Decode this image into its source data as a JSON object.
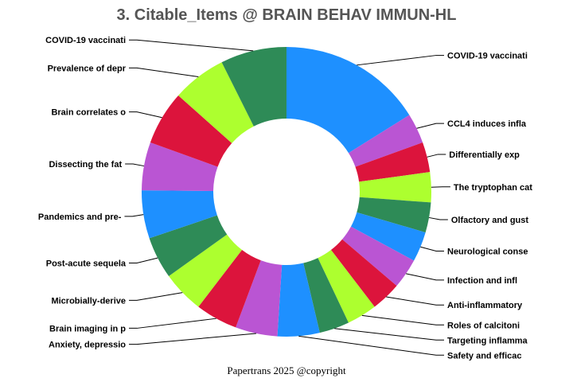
{
  "chart_data": {
    "type": "pie",
    "donut": true,
    "title": "3. Citable_Items @ BRAIN BEHAV IMMUN-HL",
    "footer": "Papertrans 2025 @copyright",
    "slices": [
      {
        "label": "COVID-19 vaccinati",
        "value": 24,
        "color": "#1E90FF"
      },
      {
        "label": "CCL4 induces infla",
        "value": 5,
        "color": "#BA55D3"
      },
      {
        "label": "Differentially exp",
        "value": 5,
        "color": "#DC143C"
      },
      {
        "label": "The tryptophan cat",
        "value": 5,
        "color": "#ADFF2F"
      },
      {
        "label": "Olfactory and gust",
        "value": 5,
        "color": "#2E8B57"
      },
      {
        "label": "Neurological conse",
        "value": 5,
        "color": "#1E90FF"
      },
      {
        "label": "Infection and infl",
        "value": 5,
        "color": "#BA55D3"
      },
      {
        "label": "Anti-inflammatory",
        "value": 5,
        "color": "#DC143C"
      },
      {
        "label": "Roles of calcitoni",
        "value": 5,
        "color": "#ADFF2F"
      },
      {
        "label": "Targeting inflamma",
        "value": 5,
        "color": "#2E8B57"
      },
      {
        "label": "Safety and efficac",
        "value": 7,
        "color": "#1E90FF"
      },
      {
        "label": "Anxiety, depressio",
        "value": 7,
        "color": "#BA55D3"
      },
      {
        "label": "Brain imaging in p",
        "value": 7,
        "color": "#DC143C"
      },
      {
        "label": "Microbially-derive",
        "value": 7,
        "color": "#ADFF2F"
      },
      {
        "label": "Post-acute sequela",
        "value": 7,
        "color": "#2E8B57"
      },
      {
        "label": "Pandemics and pre-",
        "value": 8,
        "color": "#1E90FF"
      },
      {
        "label": "Dissecting the fat",
        "value": 8,
        "color": "#BA55D3"
      },
      {
        "label": "Brain correlates o",
        "value": 9,
        "color": "#DC143C"
      },
      {
        "label": "Prevalence of depr",
        "value": 9,
        "color": "#ADFF2F"
      },
      {
        "label": "COVID-19 vaccinati",
        "value": 11,
        "color": "#2E8B57"
      }
    ]
  }
}
